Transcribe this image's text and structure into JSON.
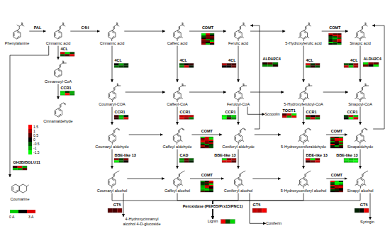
{
  "diagram": {
    "nodes": [
      {
        "text": [
          "Phenylalanine"
        ]
      },
      {
        "text": [
          "Cinnamic acid"
        ]
      },
      {
        "text": [
          "Cinnamic acid"
        ]
      },
      {
        "text": [
          "Caffeic acid"
        ]
      },
      {
        "text": [
          "Ferulic acid"
        ]
      },
      {
        "text": [
          "5-Hydroxyferulic acid"
        ]
      },
      {
        "text": [
          "Sinapic acid"
        ]
      },
      {
        "text": [
          "Cinnamoyl-CoA"
        ]
      },
      {
        "text": [
          "Coumaryl-COA"
        ]
      },
      {
        "text": [
          "Caffeyl-CoA"
        ]
      },
      {
        "text": [
          "Feruloyl-CoA"
        ]
      },
      {
        "text": [
          "5-Hydroxyferuloyl-CoA"
        ]
      },
      {
        "text": [
          "Sinapoyl-CoA"
        ]
      },
      {
        "text": [
          "Cinnamaldehyde"
        ]
      },
      {
        "text": [
          "Scopolin"
        ]
      },
      {
        "text": [
          "Coumaryl aldehyde"
        ]
      },
      {
        "text": [
          "Caffeyl aldehyde"
        ]
      },
      {
        "text": [
          "Coniferyl aldehyde"
        ]
      },
      {
        "text": [
          "5-Hydroxyconiferaldehyde"
        ]
      },
      {
        "text": [
          "Sinapaldehyde"
        ]
      },
      {
        "text": [
          "Coumarine"
        ]
      },
      {
        "text": [
          "Coumaryl alcohol"
        ]
      },
      {
        "text": [
          "Caffeyl alcohol"
        ]
      },
      {
        "text": [
          "Coniferyl alcohol"
        ]
      },
      {
        "text": [
          "5-Hydroxyconiferyl alcohol"
        ]
      },
      {
        "text": [
          "Sinapyl alcohol"
        ]
      },
      {
        "text": [
          "4-Hydroxycinnamyl alcohol 4-D-glucoside"
        ]
      },
      {
        "text": [
          "Coniferin"
        ]
      },
      {
        "text": [
          "Syringin"
        ]
      },
      {
        "text": [
          "Lignin"
        ]
      }
    ],
    "edges": [
      {
        "from": 0,
        "to": 1,
        "arrow": "to",
        "label": "PAL"
      },
      {
        "from": 1,
        "to": 2,
        "arrow": "to",
        "label": "C4H"
      },
      {
        "from": 2,
        "to": 3,
        "arrow": "to"
      },
      {
        "from": 3,
        "to": 4,
        "arrow": "to",
        "label": "COMT"
      },
      {
        "from": 4,
        "to": 5,
        "arrow": "to"
      },
      {
        "from": 5,
        "to": 6,
        "arrow": "to",
        "label": "COMT"
      },
      {
        "from": 1,
        "to": 7,
        "arrow": "to",
        "label": "4CL"
      },
      {
        "from": 2,
        "to": 8,
        "arrow": "to",
        "label": "4CL"
      },
      {
        "from": 3,
        "to": 9,
        "arrow": "to",
        "label": "4CL"
      },
      {
        "from": 4,
        "to": 10,
        "arrow": "to",
        "label": "4CL"
      },
      {
        "from": 5,
        "to": 11,
        "arrow": "to",
        "label": "4CL"
      },
      {
        "from": 6,
        "to": 12,
        "arrow": "to",
        "label": "4CL"
      },
      {
        "from": 8,
        "to": 9,
        "arrow": "to"
      },
      {
        "from": 9,
        "to": 10,
        "arrow": "to"
      },
      {
        "from": 10,
        "to": 11,
        "arrow": "to"
      },
      {
        "from": 11,
        "to": 12,
        "arrow": "to"
      },
      {
        "from": 7,
        "to": 13,
        "arrow": "to",
        "label": "CCR1"
      },
      {
        "from": 8,
        "to": 15,
        "arrow": "to",
        "label": "CCR1"
      },
      {
        "from": 9,
        "to": 16,
        "arrow": "to",
        "label": "CCR1"
      },
      {
        "from": 10,
        "to": 17,
        "arrow": "to",
        "label": "CCR1"
      },
      {
        "from": 11,
        "to": 18,
        "arrow": "to",
        "label": "CCR1"
      },
      {
        "from": 12,
        "to": 19,
        "arrow": "to",
        "label": "CCR1"
      },
      {
        "from": 10,
        "to": 14,
        "arrow": "to",
        "label": "TOGT1"
      },
      {
        "from": 17,
        "to": 4,
        "arrow": "to",
        "label": "ALDH2C4"
      },
      {
        "from": 19,
        "to": 6,
        "arrow": "to",
        "label": "ALDH2C4"
      },
      {
        "from": 15,
        "to": 16,
        "arrow": "to"
      },
      {
        "from": 16,
        "to": 17,
        "arrow": "to",
        "label": "COMT"
      },
      {
        "from": 17,
        "to": 18,
        "arrow": "to"
      },
      {
        "from": 18,
        "to": 19,
        "arrow": "to",
        "label": "COMT"
      },
      {
        "from": 15,
        "to": 21,
        "arrow": "to",
        "label": "BBE-like 13"
      },
      {
        "from": 16,
        "to": 22,
        "arrow": "to",
        "label": "CAD"
      },
      {
        "from": 17,
        "to": 23,
        "arrow": "to",
        "label": "BBE-like 13"
      },
      {
        "from": 18,
        "to": 24,
        "arrow": "to",
        "label": "BBE-like 13"
      },
      {
        "from": 19,
        "to": 25,
        "arrow": "to",
        "label": "BBE-like 13"
      },
      {
        "from": 1,
        "to": 20,
        "arrow": "to",
        "label": "GH3B/BGLU11"
      },
      {
        "from": 21,
        "to": 22,
        "arrow": "to"
      },
      {
        "from": 22,
        "to": 23,
        "arrow": "to",
        "label": "COMT"
      },
      {
        "from": 23,
        "to": 24,
        "arrow": "to"
      },
      {
        "from": 24,
        "to": 25,
        "arrow": "to",
        "label": "COMT"
      },
      {
        "from": 21,
        "to": 26,
        "arrow": "to",
        "label": "GT5"
      },
      {
        "from": 23,
        "to": 27,
        "arrow": "to",
        "label": "GT5"
      },
      {
        "from": 25,
        "to": 28,
        "arrow": "to",
        "label": "GT5"
      },
      {
        "from": 21,
        "to": 29,
        "arrow": "to",
        "label": "Peroxidase (PER55/Prx15/PNC1)"
      },
      {
        "from": 22,
        "to": 29,
        "arrow": "to"
      },
      {
        "from": 23,
        "to": 29,
        "arrow": "to"
      },
      {
        "from": 24,
        "to": 29,
        "arrow": "to"
      },
      {
        "from": 25,
        "to": 29,
        "arrow": "to"
      }
    ],
    "labels": [
      "0 A",
      "3 A"
    ],
    "legend": [
      {
        "text": "1.5",
        "color": "#ff0000"
      },
      {
        "text": "1",
        "color": "#aa0000"
      },
      {
        "text": "0.5",
        "color": "#550000"
      },
      {
        "text": "0",
        "color": "#000000"
      },
      {
        "text": "-0.5",
        "color": "#005500"
      },
      {
        "text": "-1",
        "color": "#00aa00"
      },
      {
        "text": "-1.5",
        "color": "#00ff00"
      }
    ]
  }
}
